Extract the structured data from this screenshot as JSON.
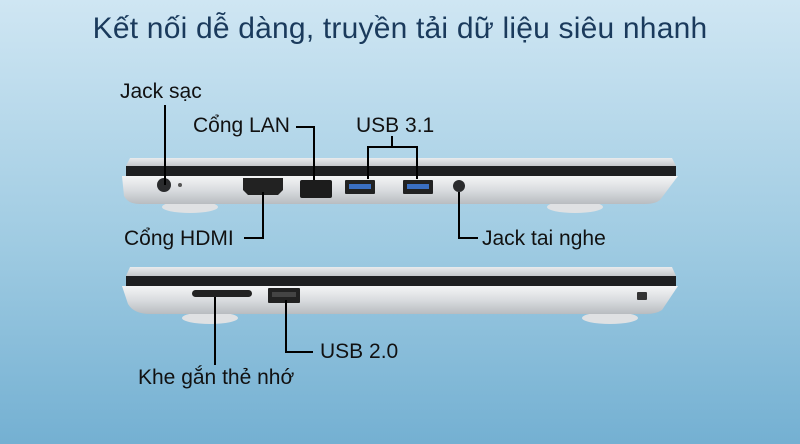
{
  "title": "Kết nối dễ dàng, truyền tải dữ liệu siêu nhanh",
  "labels": {
    "jack_sac": "Jack sạc",
    "cong_lan": "Cổng LAN",
    "usb31": "USB 3.1",
    "cong_hdmi": "Cổng HDMI",
    "jack_tai_nghe": "Jack tai nghe",
    "usb20": "USB 2.0",
    "khe_the_nho": "Khe gắn thẻ nhớ"
  }
}
